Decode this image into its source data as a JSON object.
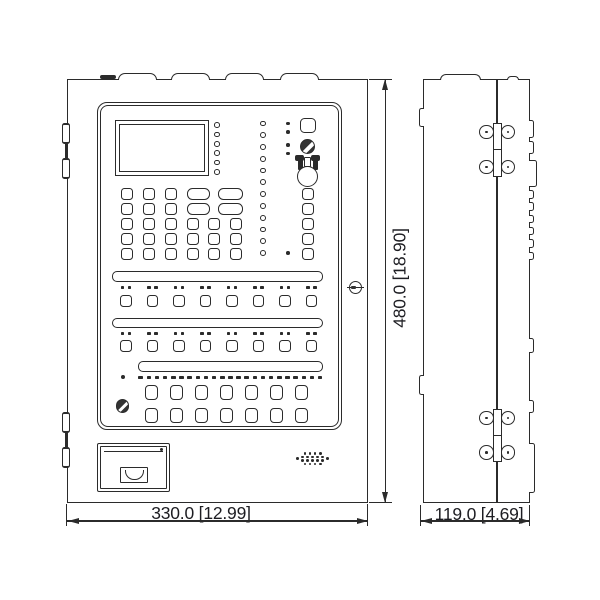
{
  "dimensions": {
    "width": "330.0 [12.99]",
    "height": "480.0 [18.90]",
    "depth": "119.0 [4.69]"
  },
  "colors": {
    "line": "#2b2b2b",
    "dark_fill": "#333333",
    "text": "#1d1d22",
    "background": "#ffffff"
  },
  "front_panel": {
    "top_knockouts": 4,
    "leds_small_column": 6,
    "leds_main_column": 12,
    "status_dots": 5,
    "right_button_column": 5,
    "keypad_rows": 5,
    "keypad_small_columns": 6,
    "zone_bars": 3,
    "zone_button_rows": 2,
    "zone_buttons_per_row": 8,
    "zone_led_pairs_per_row": 8,
    "bottom_dashes": 23,
    "bottom_button_rows": 2,
    "bottom_buttons_per_row": 7,
    "icons": [
      "buzzer-silence-icon",
      "key-switch-icon",
      "door-latch-icon",
      "printer",
      "speaker-grille"
    ]
  },
  "side_panel": {
    "top_knockouts": 2,
    "hinges": 2,
    "screws_per_hinge": 4,
    "mounting_tabs": 2,
    "right_edge_protrusions": 12
  }
}
